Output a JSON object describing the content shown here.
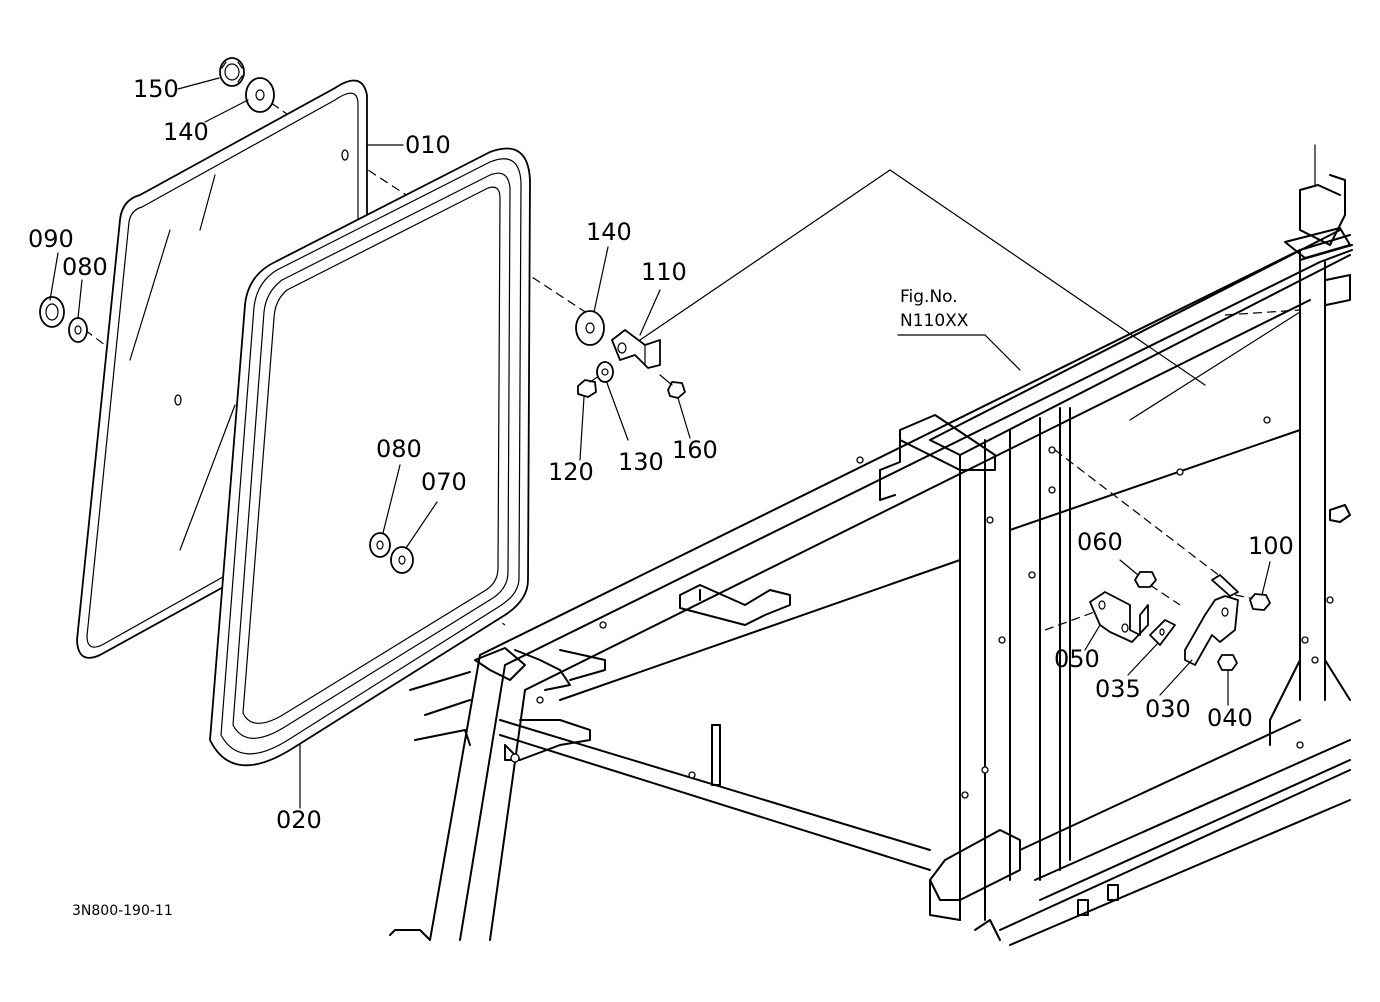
{
  "figure_code": "3N800-190-11",
  "reference": {
    "line1": "Fig.No.",
    "line2": "N110XX"
  },
  "callouts": {
    "p010": "010",
    "p020": "020",
    "p030": "030",
    "p035": "035",
    "p040": "040",
    "p050": "050",
    "p060": "060",
    "p070": "070",
    "p080_upper": "080",
    "p080_lower": "080",
    "p090": "090",
    "p100": "100",
    "p110": "110",
    "p120": "120",
    "p130": "130",
    "p140_upper": "140",
    "p140_right": "140",
    "p150": "150",
    "p160": "160"
  }
}
